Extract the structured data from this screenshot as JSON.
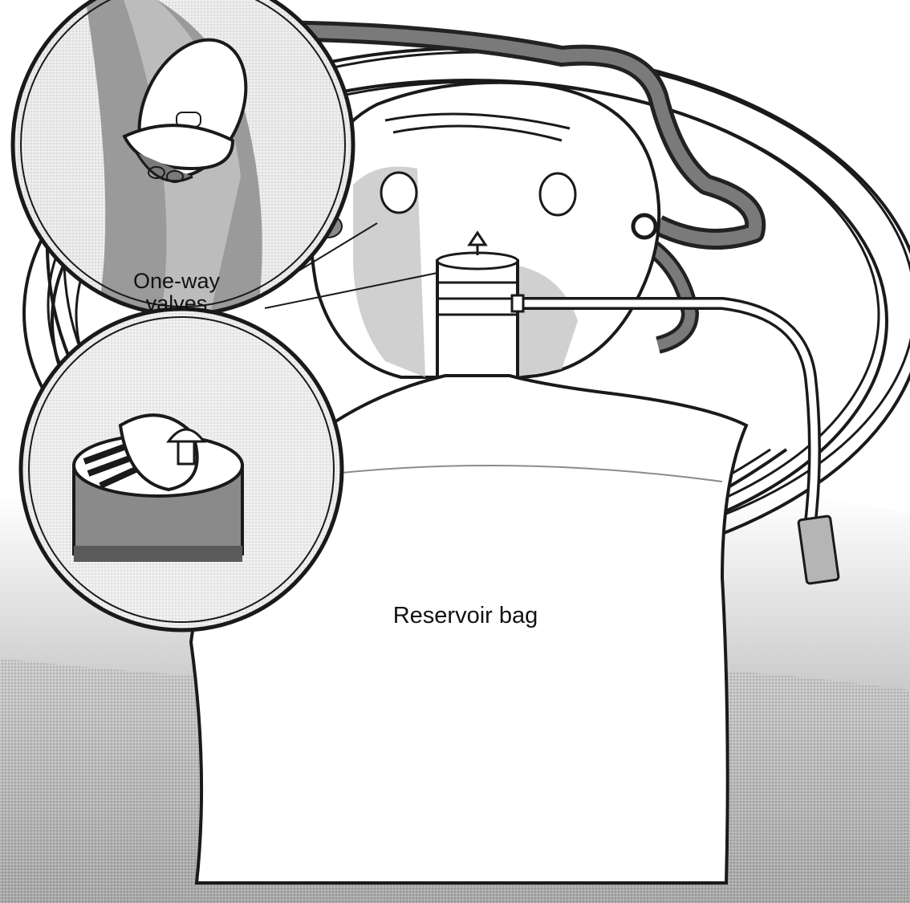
{
  "labels": {
    "one_way_valves_line1": "One-way",
    "one_way_valves_line2": "valves",
    "reservoir_bag": "Reservoir bag"
  },
  "colors": {
    "ink": "#111111",
    "light_gray": "#cfcfcf",
    "mid_gray": "#9a9a9a",
    "dark_gray": "#6e6e6e",
    "paper": "#ffffff"
  }
}
